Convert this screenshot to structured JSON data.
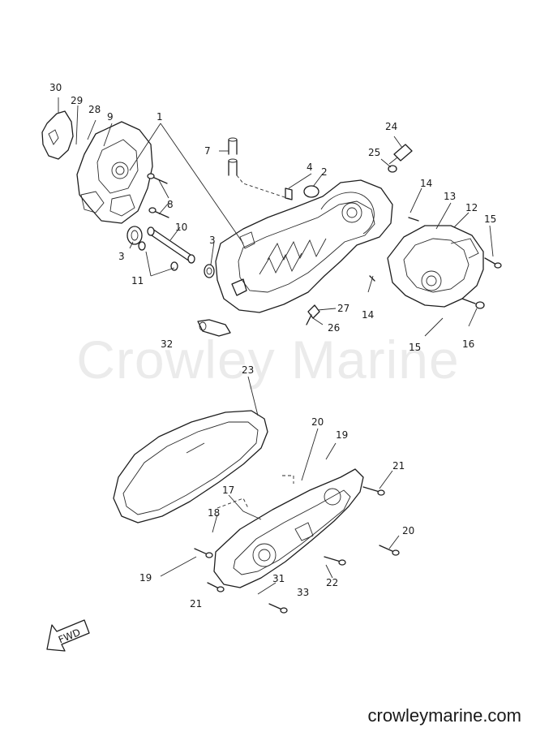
{
  "watermark": "Crowley Marine",
  "site_url": "crowleymarine.com",
  "fwd_label": "FWD",
  "callouts": {
    "c30": "30",
    "c29": "29",
    "c28": "28",
    "c9": "9",
    "c1": "1",
    "c7": "7",
    "c24": "24",
    "c25": "25",
    "c4": "4",
    "c2": "2",
    "c14a": "14",
    "c13": "13",
    "c12": "12",
    "c15a": "15",
    "c8": "8",
    "c10": "10",
    "c3a": "3",
    "c3b": "3",
    "c11": "11",
    "c27": "27",
    "c26": "26",
    "c14b": "14",
    "c16": "16",
    "c15b": "15",
    "c32": "32",
    "c23": "23",
    "c20a": "20",
    "c19a": "19",
    "c21": "21",
    "c17": "17",
    "c18": "18",
    "c20b": "20",
    "c19b": "19",
    "c31": "31",
    "c22": "22",
    "c33": "33",
    "c21b": "21"
  }
}
